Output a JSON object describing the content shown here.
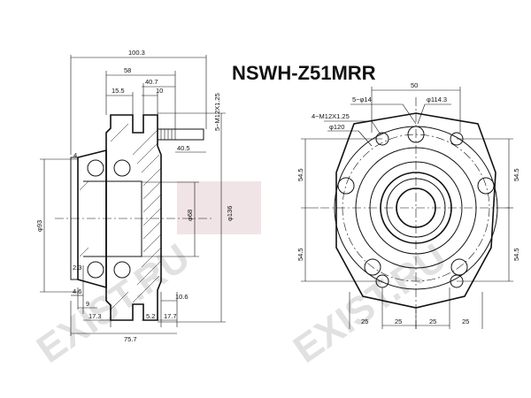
{
  "part_number": "NSWH-Z51MRR",
  "watermark": {
    "text": "EXIST.RU",
    "color": "#c9c9c9"
  },
  "side_view_dims": {
    "d100_3": "100.3",
    "d58": "58",
    "d40_7": "40.7",
    "d15_5": "15.5",
    "d10": "10",
    "stud": "5~M12X1.25",
    "d40_5": "40.5",
    "d93": "φ93",
    "d68": "φ68",
    "d136": "φ136",
    "d4": "4",
    "d2_3": "2.3",
    "d4_6": "4.6",
    "d9": "9",
    "d17_3": "17.3",
    "d5_2": "5.2",
    "d17_7": "17.7",
    "d75_7": "75.7",
    "d10_6": "10.6"
  },
  "front_view_dims": {
    "d50": "50",
    "holes14": "5~φ14",
    "pcd114": "φ114.3",
    "thread4": "4~M12X1.25",
    "d120": "φ120",
    "d54_5_tl": "54.5",
    "d54_5_tr": "54.5",
    "d54_5_bl": "54.5",
    "d54_5_br": "54.5",
    "d25_l": "25",
    "d25_r": "25",
    "d25_bl": "25",
    "d25_br": "25"
  }
}
